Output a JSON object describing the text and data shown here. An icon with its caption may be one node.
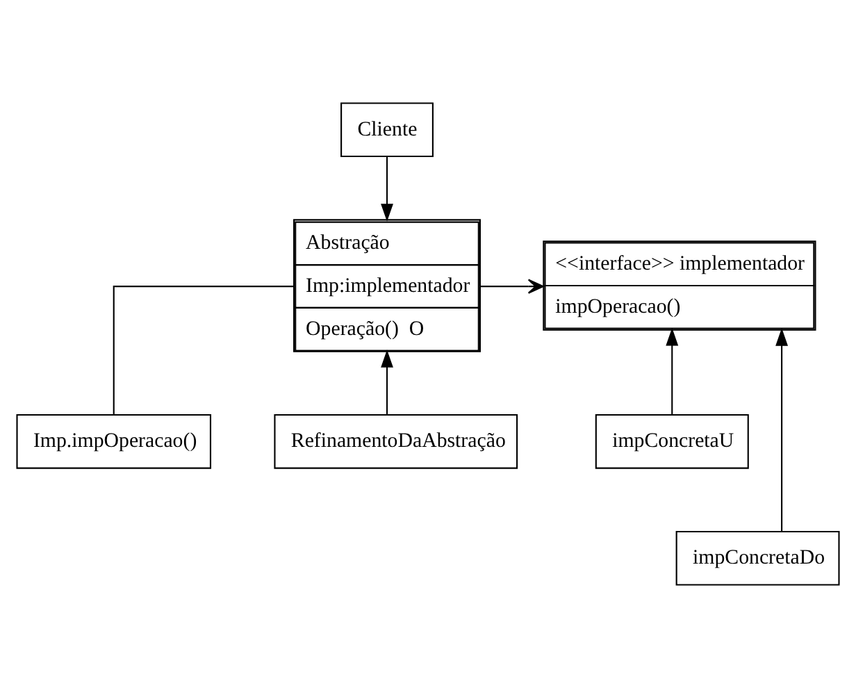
{
  "diagram": {
    "nodes": [
      {
        "text": [
          "Cliente"
        ]
      },
      {
        "text": [
          "Abstração",
          "Imp:implementador",
          "Operação()  O"
        ]
      },
      {
        "text": [
          "<<interface>> implementador",
          "impOperacao()"
        ]
      },
      {
        "text": [
          "RefinamentoDaAbstração"
        ]
      },
      {
        "text": [
          "impConcretaU"
        ]
      },
      {
        "text": [
          "impConcretaDo"
        ]
      },
      {
        "text": [
          "Imp.impOperacao()"
        ]
      }
    ],
    "edges": [
      {
        "from": 0,
        "to": 1,
        "arrow": "to"
      },
      {
        "from": 1,
        "to": 2,
        "arrow": "to"
      },
      {
        "from": 3,
        "to": 1,
        "arrow": "to"
      },
      {
        "from": 4,
        "to": 2,
        "arrow": "to"
      },
      {
        "from": 5,
        "to": 2,
        "arrow": "to"
      },
      {
        "from": 1,
        "to": 6,
        "arrow": "none"
      }
    ]
  }
}
